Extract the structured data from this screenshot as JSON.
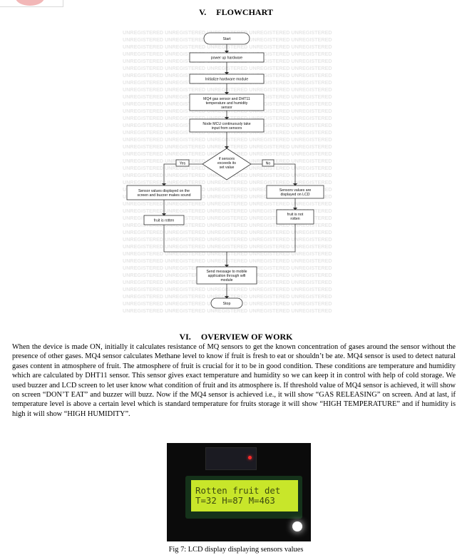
{
  "section_v": {
    "number": "V.",
    "title": "FLOWCHART"
  },
  "watermark": "UNREGISTERED",
  "flowchart": {
    "start": "Start",
    "step1": "power up hardware",
    "step2": "Initialize hardware module",
    "step3": [
      "MQ4 gas sensor and DHT11",
      "temperature and humidity",
      "sensor"
    ],
    "step4": [
      "Node MCU continuously take",
      "input from sensors"
    ],
    "decision": [
      "if sensors",
      "exceeds its",
      "set value"
    ],
    "yes": "Yes",
    "no": "No",
    "yes_action": [
      "Sensor values displayed on the",
      "screen and buzzer makes sound"
    ],
    "no_action": [
      "Sensors values are",
      "displayed on LCD"
    ],
    "yes_result": "fruit is rotten",
    "no_result": [
      "fruit is not",
      "rotten"
    ],
    "send": [
      "Send message to mobile",
      "application through wifi",
      "module"
    ],
    "stop": "Stop"
  },
  "section_vi": {
    "number": "VI.",
    "title": "OVERVIEW OF WORK"
  },
  "overview_text": "When the device is made ON, initially it calculates resistance of MQ sensors to get the known concentration of gases around the sensor without the presence of other gases. MQ4 sensor calculates Methane level to know if fruit is fresh to eat or shouldn’t be ate. MQ4 sensor is used to detect natural gases content in atmosphere of fruit. The atmosphere of fruit is crucial for it to be in good condition. These conditions are temperature and humidity which are calculated by DHT11 sensor. This sensor gives exact temperature and humidity so we can keep it in control with help of cold storage. We used buzzer and LCD screen to let user know what condition of fruit and its atmosphere is. If threshold value of MQ4 sensor is achieved, it will show on screen “DON’T EAT” and buzzer will buzz. Now if the MQ4 sensor is achieved i.e., it will show “GAS RELEASING” on screen. And at last, if temperature level is above a certain level which is standard temperature for fruits storage it will show “HIGH TEMPERATURE” and if humidity is high it will show “HIGH HUMIDITY”.",
  "lcd": {
    "line1": "Rotten fruit det",
    "line2": "T=32 H=87 M=463"
  },
  "caption": "Fig 7: LCD display displaying sensors values"
}
